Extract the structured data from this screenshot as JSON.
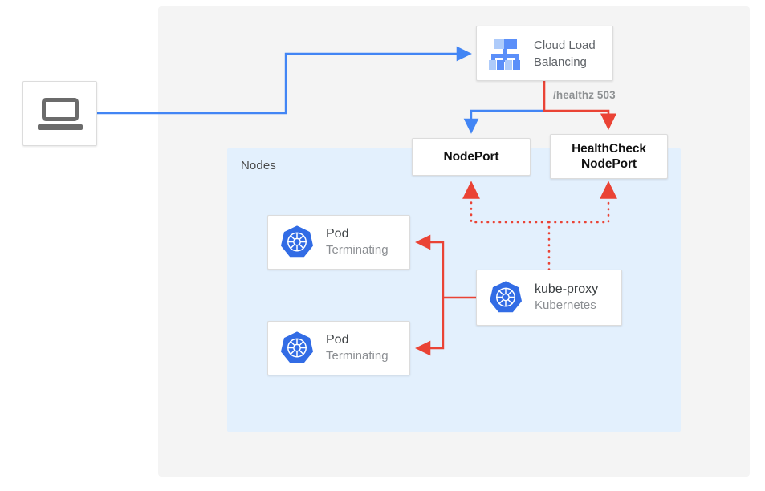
{
  "diagram": {
    "title_region_label": "Nodes",
    "colors": {
      "panel_bg": "#f4f4f4",
      "nodes_bg": "#e3f0fd",
      "blue_flow": "#4285f4",
      "red_flow": "#ea4335",
      "k8s_blue": "#326ce5",
      "card_bg": "#ffffff",
      "card_border": "#dcdcdc",
      "text_dark": "#3c4043",
      "text_muted": "#8b8e92"
    },
    "client": {
      "icon": "laptop-icon",
      "label": ""
    },
    "load_balancer": {
      "icon": "cloud-load-balancing-icon",
      "label": "Cloud Load\nBalancing"
    },
    "edges": {
      "healthz_label": "/healthz 503"
    },
    "ports": [
      {
        "id": "nodeport",
        "label": "NodePort"
      },
      {
        "id": "healthcheck-nodeport",
        "label": "HealthCheck\nNodePort"
      }
    ],
    "pods": [
      {
        "id": "pod-1",
        "title": "Pod",
        "subtitle": "Terminating",
        "icon": "kubernetes-icon"
      },
      {
        "id": "pod-2",
        "title": "Pod",
        "subtitle": "Terminating",
        "icon": "kubernetes-icon"
      }
    ],
    "kube_proxy": {
      "title": "kube-proxy",
      "subtitle": "Kubernetes",
      "icon": "kubernetes-icon"
    }
  }
}
